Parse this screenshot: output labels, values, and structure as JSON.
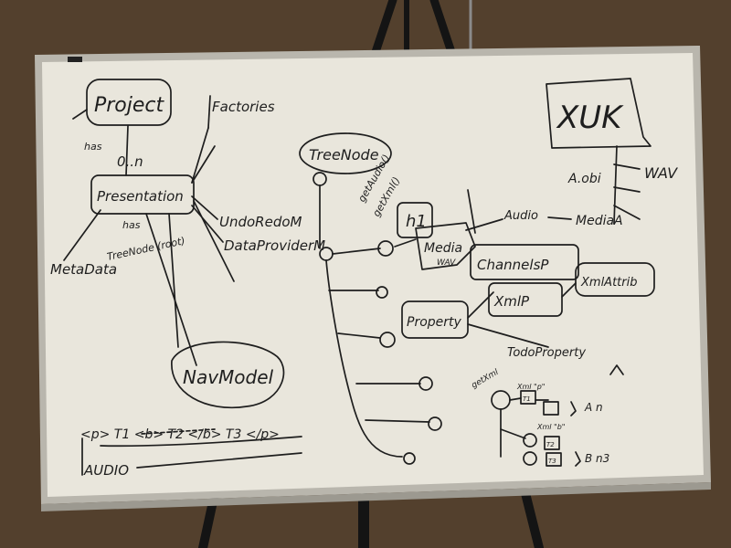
{
  "colors": {
    "wall": "#5a4632",
    "board": "#e9e6dc",
    "frame": "#b9b6ad",
    "ink": "#1e1e1e",
    "easel": "#141414"
  },
  "board": {
    "labels": {
      "project": "Project",
      "factories": "Factories",
      "has_top": "has",
      "zero_n": "0..n",
      "presentation": "Presentation",
      "has_mid": "has",
      "tree_node_root": "TreeNode (root)",
      "metadata": "MetaData",
      "undo_redo": "UndoRedoM",
      "data_provider": "DataProviderM",
      "nav_model": "NavModel",
      "markup_line": "<p> T1 <b> T2 </b> T3 </p>",
      "audio": "AUDIO",
      "tree_node": "TreeNode",
      "get_audio": "getAudio()",
      "get_xml": "getXml()",
      "h1": "h1",
      "media": "Media",
      "wav_small": "WAV",
      "audio_word": "Audio",
      "media_a": "MediaA",
      "channels": "ChannelsP",
      "xml_p": "XmlP",
      "xml_attrib": "XmlAttrib",
      "property": "Property",
      "todo": "TodoProperty",
      "xuk": "XUK",
      "a_obi": "A.obi",
      "wav": "WAV",
      "getxml_small": "getXml",
      "xml_p_small": "Xml \"p\"",
      "xml_b_small": "Xml \"b\"",
      "a_n": "A n",
      "b_3": "B n3",
      "box_t1": "T1",
      "box_t2": "T2",
      "box_t3": "T3"
    }
  }
}
